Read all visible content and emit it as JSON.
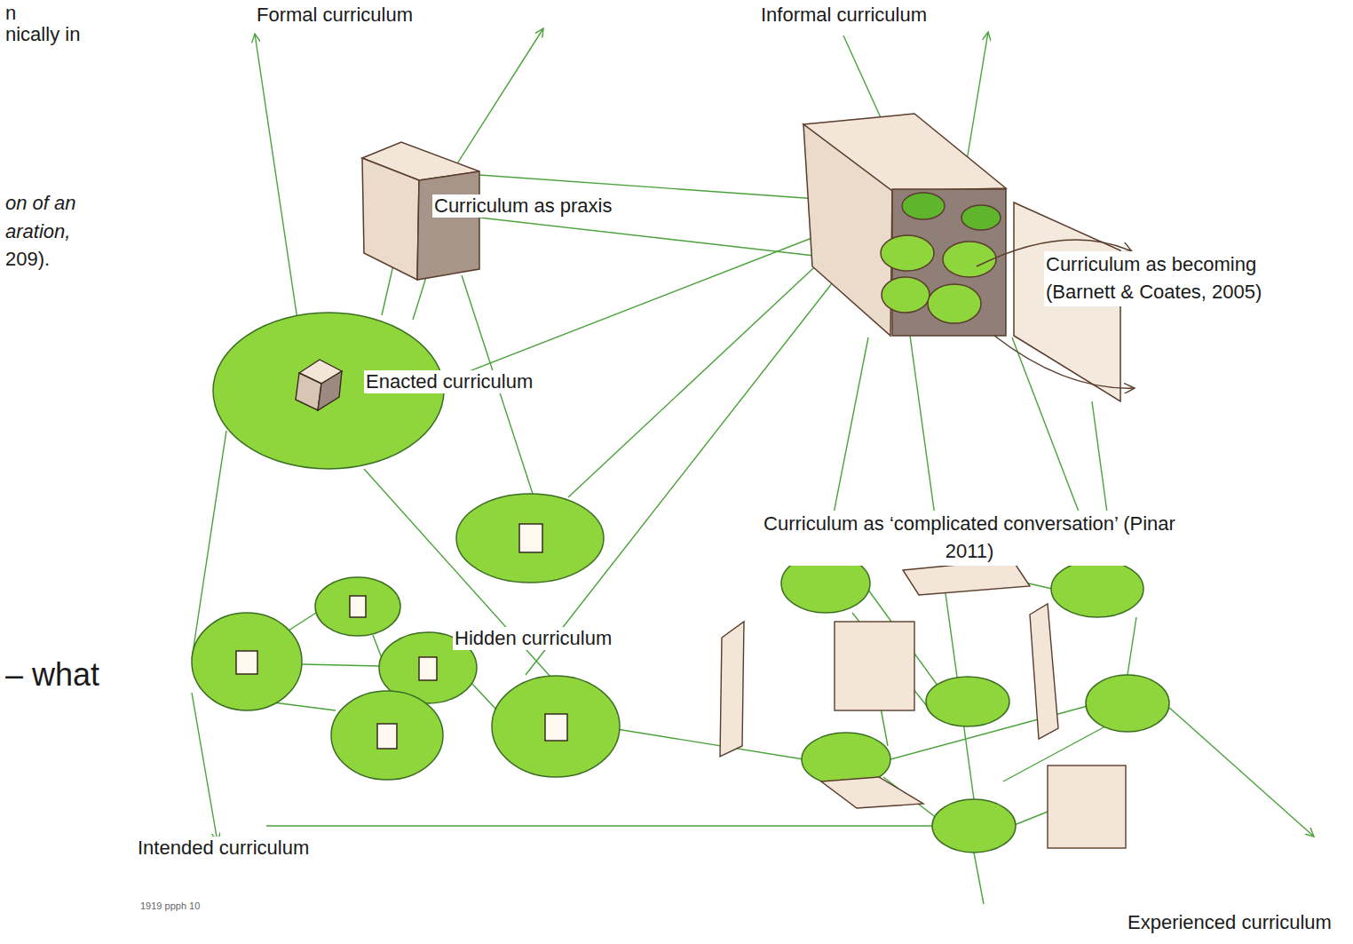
{
  "diagram": {
    "labels": [
      "n",
      "nically in",
      "Formal curriculum",
      "Informal curriculum",
      "on of an",
      "Curriculum as praxis",
      "aration,",
      "209).",
      "Curriculum as becoming (Barnett & Coates, 2005)",
      "Enacted curriculum",
      "Curriculum as ‘complicated conversation’ (Pinar 2011)",
      "Hidden curriculum",
      "– what",
      "Intended curriculum",
      "1919 ppph 10",
      "Experienced curriculum"
    ]
  }
}
